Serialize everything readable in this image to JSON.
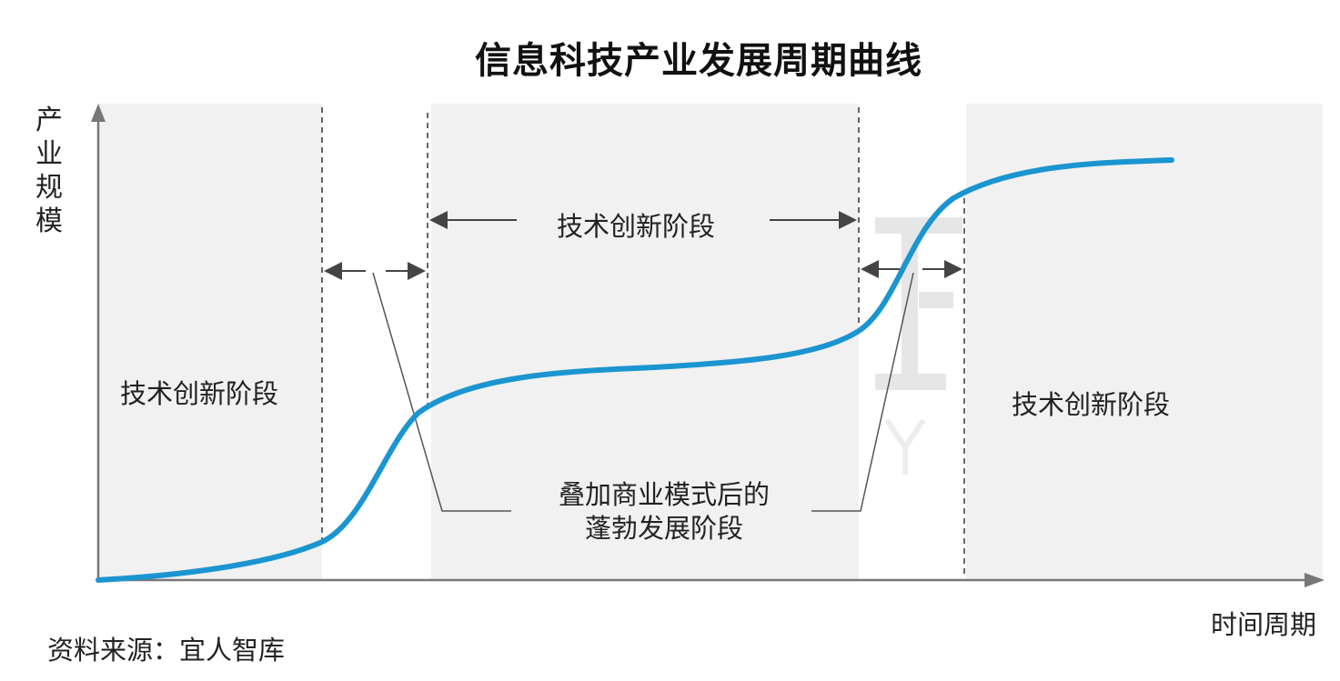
{
  "title": "信息科技产业发展周期曲线",
  "y_axis_label": "产业规模",
  "x_axis_label": "时间周期",
  "source": "资料来源：宜人智库",
  "phases": {
    "left": "技术创新阶段",
    "middle": "技术创新阶段",
    "right": "技术创新阶段"
  },
  "transition_label_line1": "叠加商业模式后的",
  "transition_label_line2": "蓬勃发展阶段",
  "colors": {
    "curve": "#1b95d0",
    "shade": "#f1f1f1",
    "arrow": "#444444",
    "guide": "#333333",
    "watermark": "#e6e6e6"
  }
}
